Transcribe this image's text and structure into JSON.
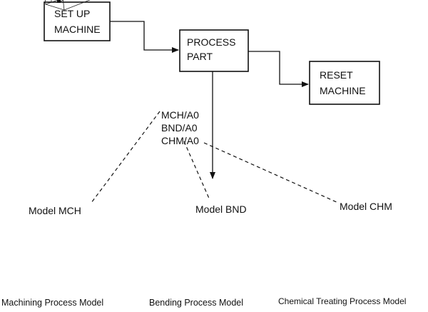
{
  "boxes": {
    "setup": [
      "SET UP",
      "MACHINE"
    ],
    "process": [
      "PROCESS",
      "PART"
    ],
    "reset": [
      "RESET",
      "MACHINE"
    ]
  },
  "node_labels": [
    "MCH/A0",
    "BND/A0",
    "CHM/A0"
  ],
  "models": [
    {
      "title": "Model MCH",
      "caption": "Machining Process Model"
    },
    {
      "title": "Model BND",
      "caption": "Bending Process Model"
    },
    {
      "title": "Model CHM",
      "caption": "Chemical Treating Process Model"
    }
  ],
  "colors": {
    "ink": "#111111",
    "background": "#ffffff"
  }
}
